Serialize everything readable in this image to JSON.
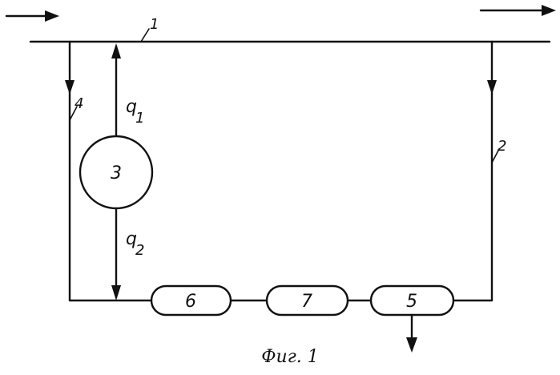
{
  "diagram": {
    "pipe_label": "1",
    "right_branch_label": "2",
    "left_branch_label": "4",
    "circle_label": "3",
    "flow_upper_label": "q",
    "flow_upper_sub": "1",
    "flow_lower_label": "q",
    "flow_lower_sub": "2",
    "block_6_label": "6",
    "block_7_label": "7",
    "block_5_label": "5",
    "caption": "Фиг. 1"
  }
}
